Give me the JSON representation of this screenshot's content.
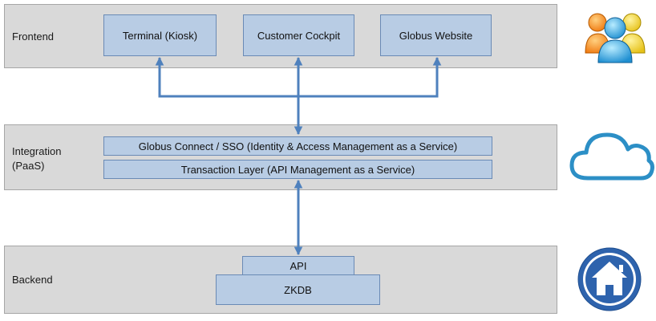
{
  "layers": {
    "frontend": {
      "label": "Frontend",
      "boxes": [
        "Terminal (Kiosk)",
        "Customer Cockpit",
        "Globus Website"
      ]
    },
    "integration": {
      "label_line1": "Integration",
      "label_line2": "(PaaS)",
      "boxes": [
        "Globus Connect / SSO (Identity & Access Management as a Service)",
        "Transaction Layer (API Management as a Service)"
      ]
    },
    "backend": {
      "label": "Backend",
      "boxes": [
        "API",
        "ZKDB"
      ]
    }
  },
  "icons": {
    "frontend": "users-icon",
    "integration": "cloud-icon",
    "backend": "home-icon"
  },
  "colors": {
    "layer_bg": "#d9d9d9",
    "box_fill": "#b8cce4",
    "arrow": "#4f81bd",
    "cloud": "#2c8fc6",
    "home_bg": "#2e63ad"
  }
}
